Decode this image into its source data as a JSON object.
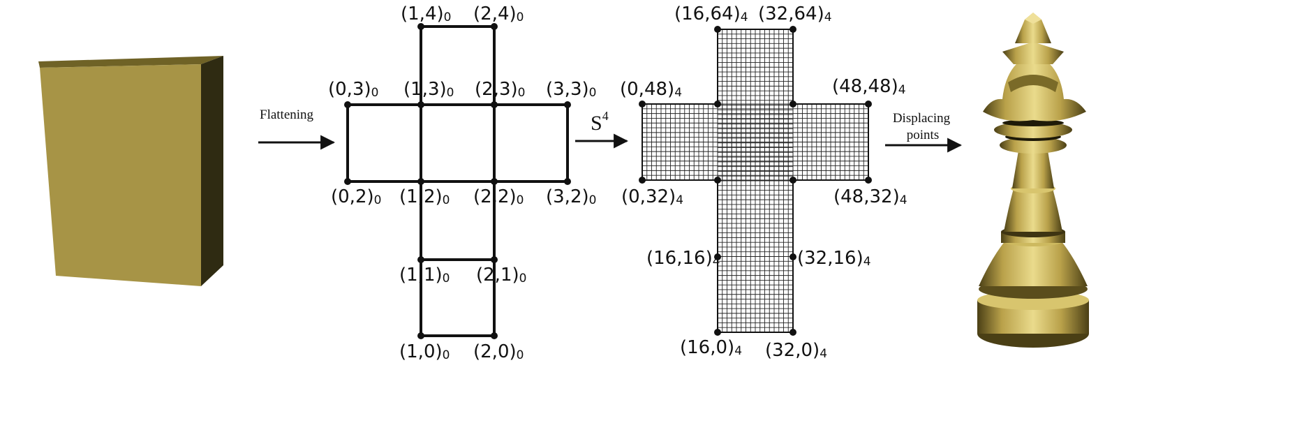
{
  "steps": {
    "flatten": "Flattening",
    "subdivide_base": "S",
    "subdivide_exp": "4",
    "displace_line1": "Displacing",
    "displace_line2": "points"
  },
  "coarse_labels": [
    {
      "id": "c14",
      "coord": "(1,4)",
      "level": "0"
    },
    {
      "id": "c24",
      "coord": "(2,4)",
      "level": "0"
    },
    {
      "id": "c03",
      "coord": "(0,3)",
      "level": "0"
    },
    {
      "id": "c13",
      "coord": "(1,3)",
      "level": "0"
    },
    {
      "id": "c23",
      "coord": "(2,3)",
      "level": "0"
    },
    {
      "id": "c33",
      "coord": "(3,3)",
      "level": "0"
    },
    {
      "id": "c02",
      "coord": "(0,2)",
      "level": "0"
    },
    {
      "id": "c12",
      "coord": "(1,2)",
      "level": "0"
    },
    {
      "id": "c22",
      "coord": "(2,2)",
      "level": "0"
    },
    {
      "id": "c32",
      "coord": "(3,2)",
      "level": "0"
    },
    {
      "id": "c11",
      "coord": "(1,1)",
      "level": "0"
    },
    {
      "id": "c21",
      "coord": "(2,1)",
      "level": "0"
    },
    {
      "id": "c10",
      "coord": "(1,0)",
      "level": "0"
    },
    {
      "id": "c20",
      "coord": "(2,0)",
      "level": "0"
    }
  ],
  "fine_labels": [
    {
      "id": "f1664",
      "coord": "(16,64)",
      "level": "4"
    },
    {
      "id": "f3264",
      "coord": "(32,64)",
      "level": "4"
    },
    {
      "id": "f048",
      "coord": "(0,48)",
      "level": "4"
    },
    {
      "id": "f4848",
      "coord": "(48,48)",
      "level": "4"
    },
    {
      "id": "f032",
      "coord": "(0,32)",
      "level": "4"
    },
    {
      "id": "f4832",
      "coord": "(48,32)",
      "level": "4"
    },
    {
      "id": "f1616",
      "coord": "(16,16)",
      "level": "4"
    },
    {
      "id": "f3216",
      "coord": "(32,16)",
      "level": "4"
    },
    {
      "id": "f160",
      "coord": "(16,0)",
      "level": "4"
    },
    {
      "id": "f320",
      "coord": "(32,0)",
      "level": "4"
    }
  ],
  "colors": {
    "cube_front": "#a79446",
    "cube_top": "#6f6226",
    "cube_side": "#2f2b12",
    "gold_light": "#e8d582",
    "gold_mid": "#b9a14a",
    "gold_dark": "#4a3f15",
    "line": "#111111"
  }
}
